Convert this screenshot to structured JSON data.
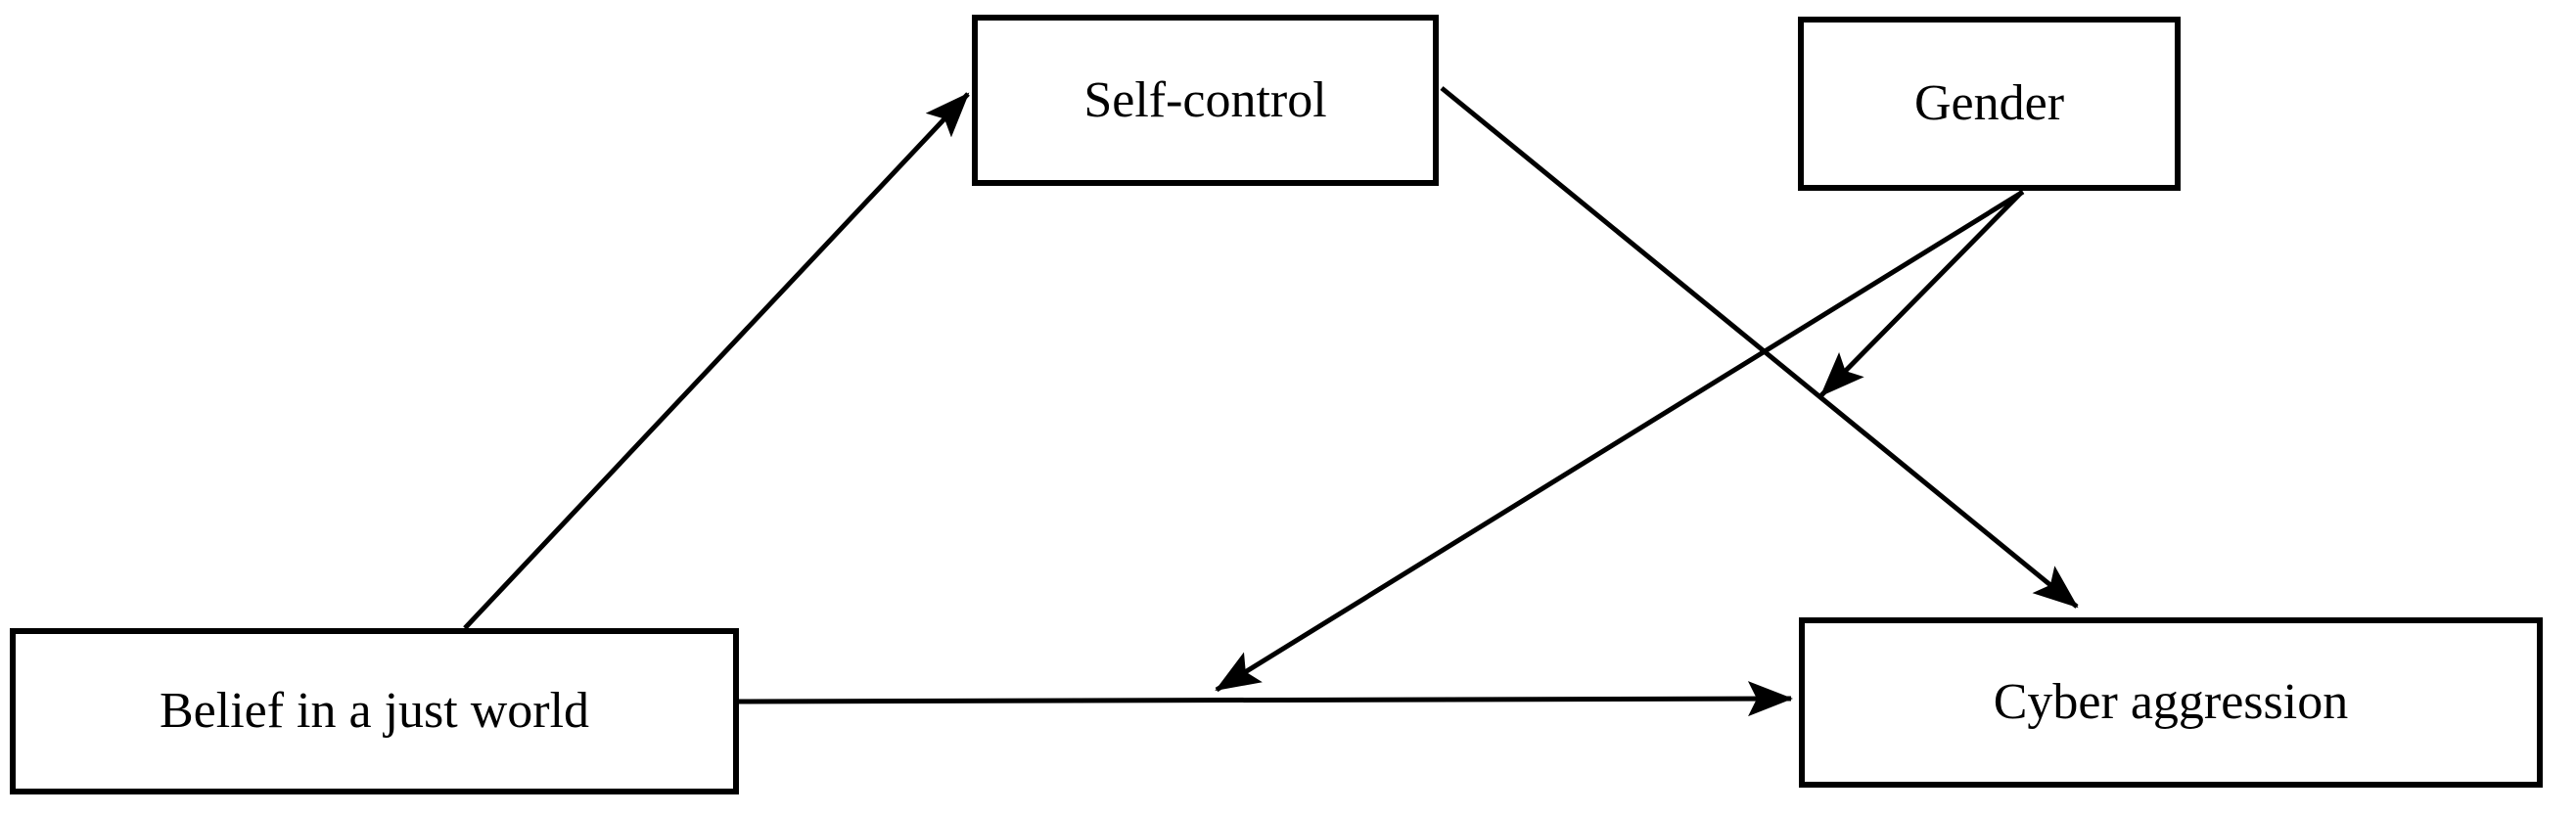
{
  "diagram": {
    "background_color": "#ffffff",
    "line_color": "#000000",
    "box_border_color": "#000000",
    "text_color": "#000000",
    "nodes": {
      "belief": {
        "label": "Belief in a just world",
        "role": "predictor"
      },
      "self_control": {
        "label": "Self-control",
        "role": "mediator"
      },
      "gender": {
        "label": "Gender",
        "role": "moderator"
      },
      "cyber": {
        "label": "Cyber aggression",
        "role": "outcome"
      }
    },
    "edges": [
      {
        "from": "Belief in a just world",
        "to": "Self-control",
        "type": "direct-arrow"
      },
      {
        "from": "Self-control",
        "to": "Cyber aggression",
        "type": "direct-arrow"
      },
      {
        "from": "Belief in a just world",
        "to": "Cyber aggression",
        "type": "direct-arrow"
      },
      {
        "from": "Gender",
        "to": "path: Belief in a just world → Cyber aggression",
        "type": "moderation-arrow"
      },
      {
        "from": "Gender",
        "to": "path: Self-control → Cyber aggression",
        "type": "moderation-arrow"
      }
    ]
  }
}
